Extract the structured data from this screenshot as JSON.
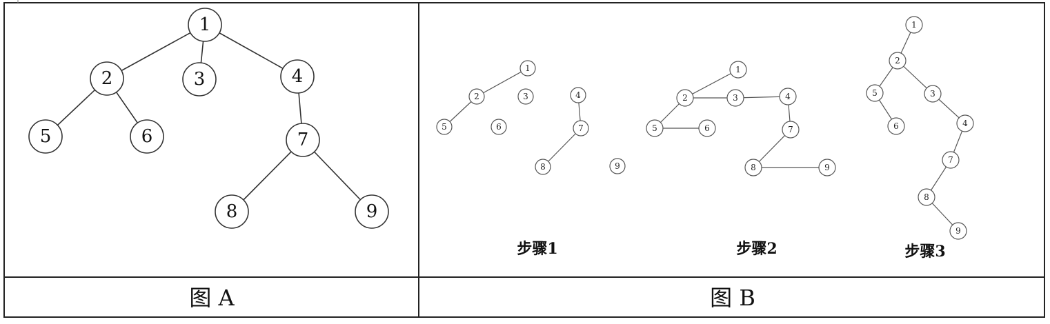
{
  "figure_a": {
    "caption": "图 A",
    "nodes": [
      "1",
      "2",
      "3",
      "4",
      "5",
      "6",
      "7",
      "8",
      "9"
    ],
    "edges": [
      [
        "1",
        "2"
      ],
      [
        "1",
        "3"
      ],
      [
        "1",
        "4"
      ],
      [
        "2",
        "5"
      ],
      [
        "2",
        "6"
      ],
      [
        "4",
        "7"
      ],
      [
        "7",
        "8"
      ],
      [
        "7",
        "9"
      ]
    ]
  },
  "figure_b": {
    "caption": "图 B",
    "steps": [
      {
        "label": "步骤1",
        "nodes": [
          "1",
          "2",
          "3",
          "4",
          "5",
          "6",
          "7",
          "8",
          "9"
        ],
        "edges": [
          [
            "1",
            "2"
          ],
          [
            "2",
            "5"
          ],
          [
            "4",
            "7"
          ],
          [
            "7",
            "8"
          ]
        ]
      },
      {
        "label": "步骤2",
        "nodes": [
          "1",
          "2",
          "3",
          "4",
          "5",
          "6",
          "7",
          "8",
          "9"
        ],
        "edges": [
          [
            "1",
            "2"
          ],
          [
            "2",
            "3"
          ],
          [
            "3",
            "4"
          ],
          [
            "2",
            "5"
          ],
          [
            "5",
            "6"
          ],
          [
            "4",
            "7"
          ],
          [
            "7",
            "8"
          ],
          [
            "8",
            "9"
          ]
        ]
      },
      {
        "label": "步骤3",
        "nodes": [
          "1",
          "2",
          "3",
          "4",
          "5",
          "6",
          "7",
          "8",
          "9"
        ],
        "edges": [
          [
            "1",
            "2"
          ],
          [
            "2",
            "5"
          ],
          [
            "5",
            "6"
          ],
          [
            "2",
            "3"
          ],
          [
            "3",
            "4"
          ],
          [
            "4",
            "7"
          ],
          [
            "7",
            "8"
          ],
          [
            "8",
            "9"
          ]
        ]
      }
    ]
  }
}
